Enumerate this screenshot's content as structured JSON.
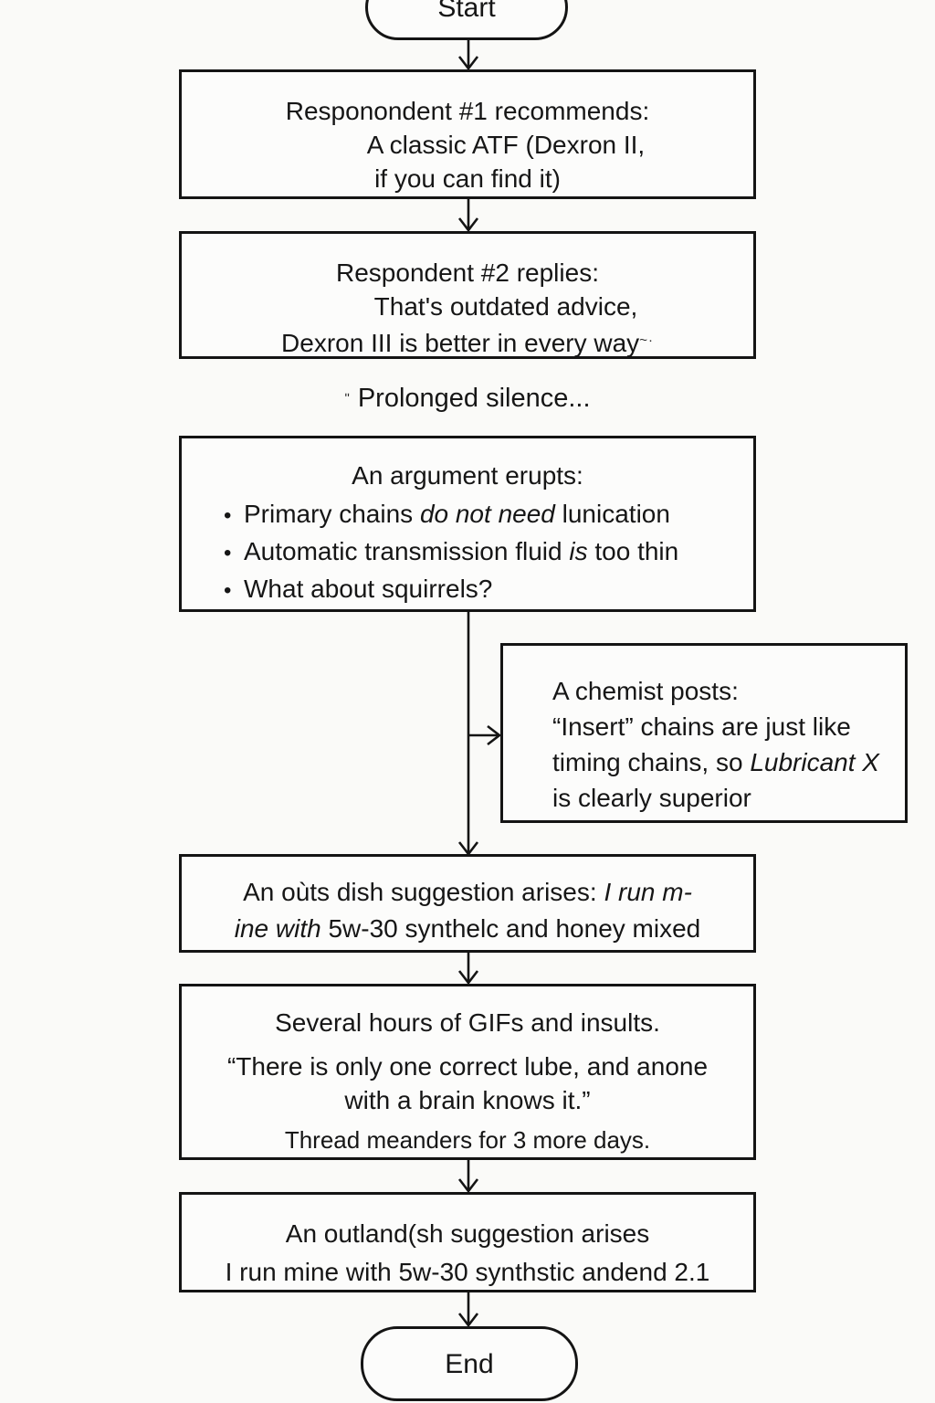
{
  "flowchart": {
    "start": {
      "label": "Start"
    },
    "respondent1": {
      "line1": "Responondent #1 recommends:",
      "line2": "A classic ATF (Dexron II,",
      "line3": "if you can find it)"
    },
    "respondent2": {
      "line1": "Respondent #2 replies:",
      "line2": "That's outdated advice,",
      "line3": "Dexron III is better in every way",
      "line3_mark": "~·"
    },
    "silence": {
      "mark": "ʺ",
      "text": " Prolonged silence..."
    },
    "argument": {
      "title": "An argument erupts:",
      "bullets": [
        {
          "pre": "Primary chains ",
          "italic": "do not need",
          "post": " lunication"
        },
        {
          "pre": "Automatic transmission fluid ",
          "italic": "is",
          "post": " too thin"
        },
        {
          "pre": "What about squirrels?",
          "italic": "",
          "post": ""
        }
      ]
    },
    "chemist": {
      "line1": "A chemist posts:",
      "line2": "“Insert” chains are just like",
      "line3_pre": "timing chains, so ",
      "line3_italic": "Lubricant X",
      "line4": "is clearly superior"
    },
    "suggestion1": {
      "line1_pre": "An oùts dish suggestion arises: ",
      "line1_italic": "I run m-",
      "line2_italic": "ine with ",
      "line2_post": "5w-30 synthelc and honey mixed"
    },
    "gifs": {
      "line1": "Several hours of GIFs and insults.",
      "line2": "“There is only one correct lube, and anone",
      "line3": "with a brain knows it.”",
      "line4": "Thread meanders for 3 more days."
    },
    "suggestion2": {
      "line1": "An outland(sh suggestion arises",
      "line2": "I run mine with 5w-30 synthstic andend 2.1"
    },
    "end": {
      "label": "End"
    }
  },
  "colors": {
    "background": "#fafaf8",
    "stroke": "#141414",
    "text": "#161616"
  }
}
